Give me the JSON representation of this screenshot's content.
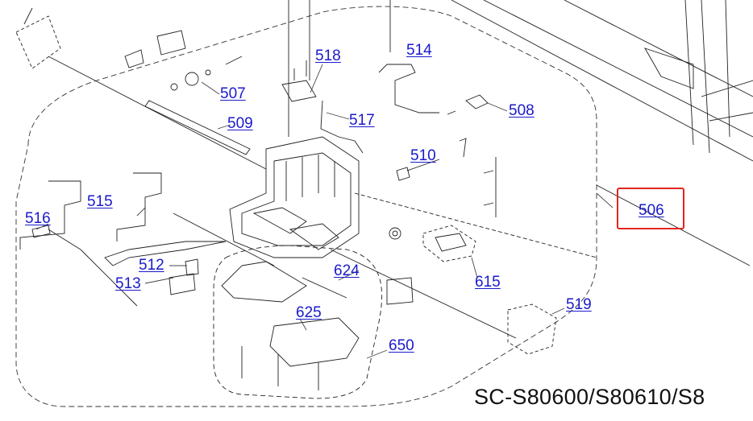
{
  "diagram": {
    "parts": {
      "p506": "506",
      "p507": "507",
      "p508": "508",
      "p509": "509",
      "p510": "510",
      "p512": "512",
      "p513": "513",
      "p514": "514",
      "p515": "515",
      "p516": "516",
      "p517": "517",
      "p518": "518",
      "p519": "519",
      "p615": "615",
      "p624": "624",
      "p625": "625",
      "p650": "650"
    },
    "highlighted_part": "506",
    "model_caption": "SC-S80600/S80610/S8",
    "colors": {
      "link": "#1a1acc",
      "highlight": "#e0261e",
      "line": "#222222"
    }
  }
}
